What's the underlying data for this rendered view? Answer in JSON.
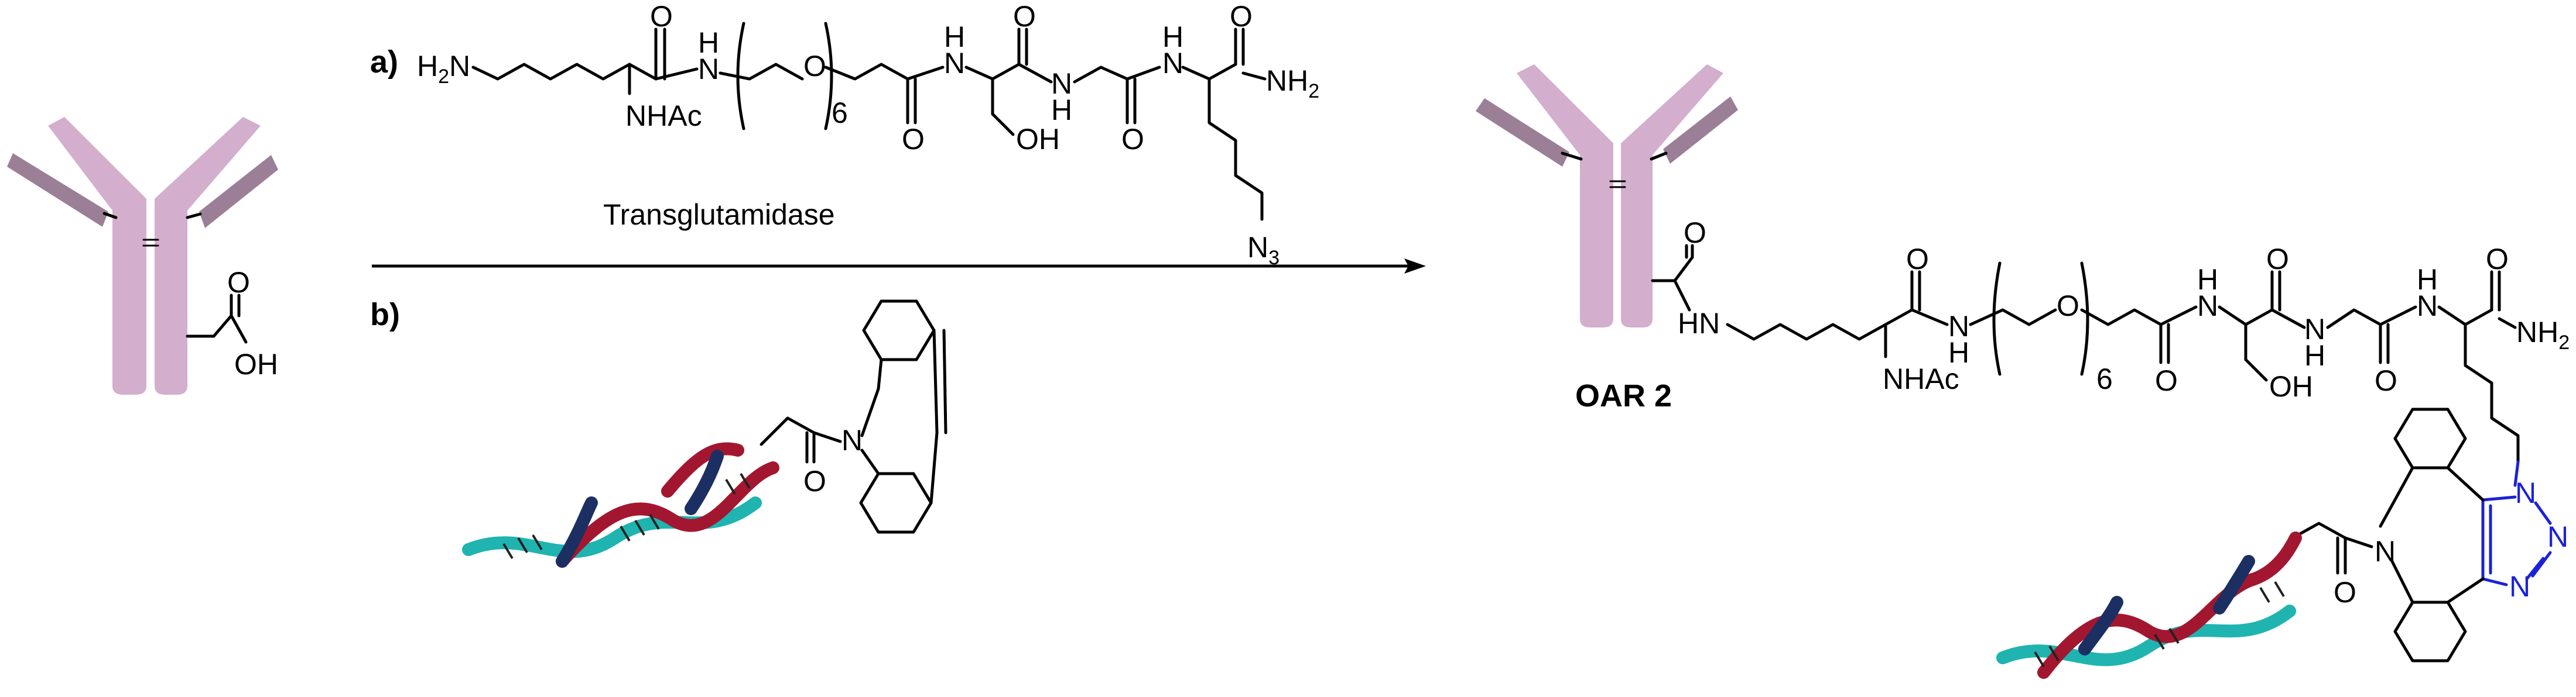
{
  "colors": {
    "antibody_heavy": "#d3aecd",
    "antibody_light": "#9b7f96",
    "dna_red": "#a2172f",
    "dna_teal": "#1fb4b0",
    "dna_navy": "#1c2f63",
    "triazole": "#1a22d8"
  },
  "reagents": {
    "step_a": "a)",
    "step_b": "b)",
    "enzyme": "Transglutamidase"
  },
  "atoms": {
    "h2n": "H",
    "h2n_sub": "2",
    "h2n_n": "N",
    "nh": "N",
    "h": "H",
    "o": "O",
    "nhac": "NHAc",
    "repeat": "6",
    "oh": "OH",
    "nh2": "NH",
    "nh2_sub": "2",
    "n3": "N",
    "n3_sub": "3",
    "hn": "HN",
    "n": "N"
  },
  "product": {
    "label": "OAR 2"
  }
}
